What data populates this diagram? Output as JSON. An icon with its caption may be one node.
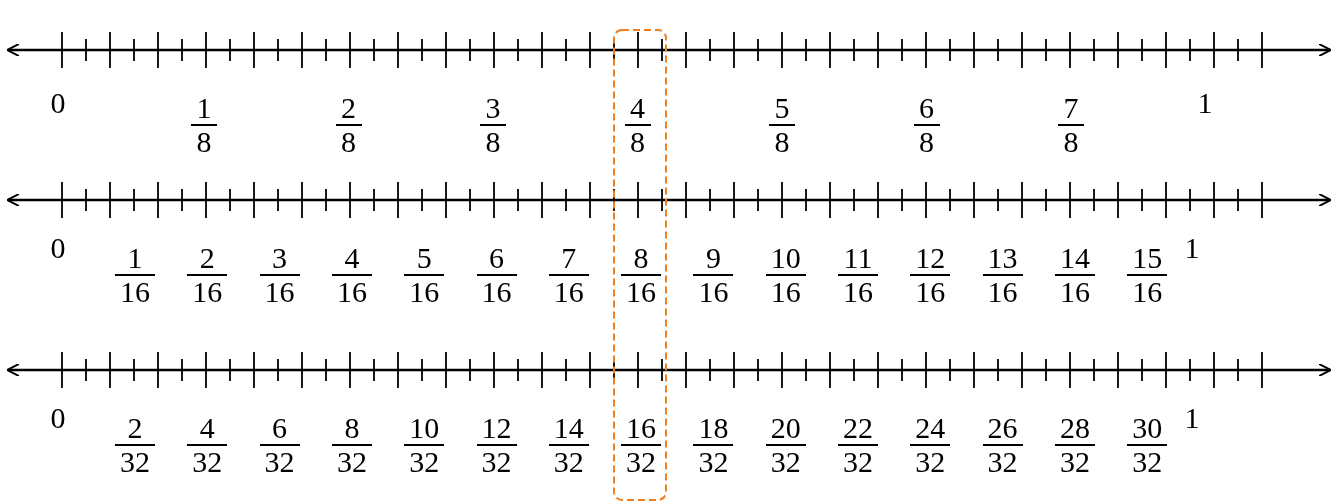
{
  "diagram": {
    "labels": [
      "0",
      "1",
      "8",
      "2",
      "8",
      "3",
      "8",
      "4",
      "8",
      "5",
      "8",
      "6",
      "8",
      "7",
      "8",
      "1",
      "0",
      "1",
      "16",
      "2",
      "16",
      "3",
      "16",
      "4",
      "16",
      "5",
      "16",
      "6",
      "16",
      "7",
      "16",
      "8",
      "16",
      "9",
      "16",
      "10",
      "16",
      "11",
      "16",
      "12",
      "16",
      "13",
      "16",
      "14",
      "16",
      "15",
      "16",
      "1",
      "0",
      "2",
      "32",
      "4",
      "32",
      "6",
      "32",
      "8",
      "32",
      "10",
      "32",
      "12",
      "32",
      "14",
      "32",
      "16",
      "32",
      "18",
      "32",
      "20",
      "32",
      "22",
      "32",
      "24",
      "32",
      "26",
      "32",
      "28",
      "32",
      "30",
      "32",
      "1"
    ]
  }
}
